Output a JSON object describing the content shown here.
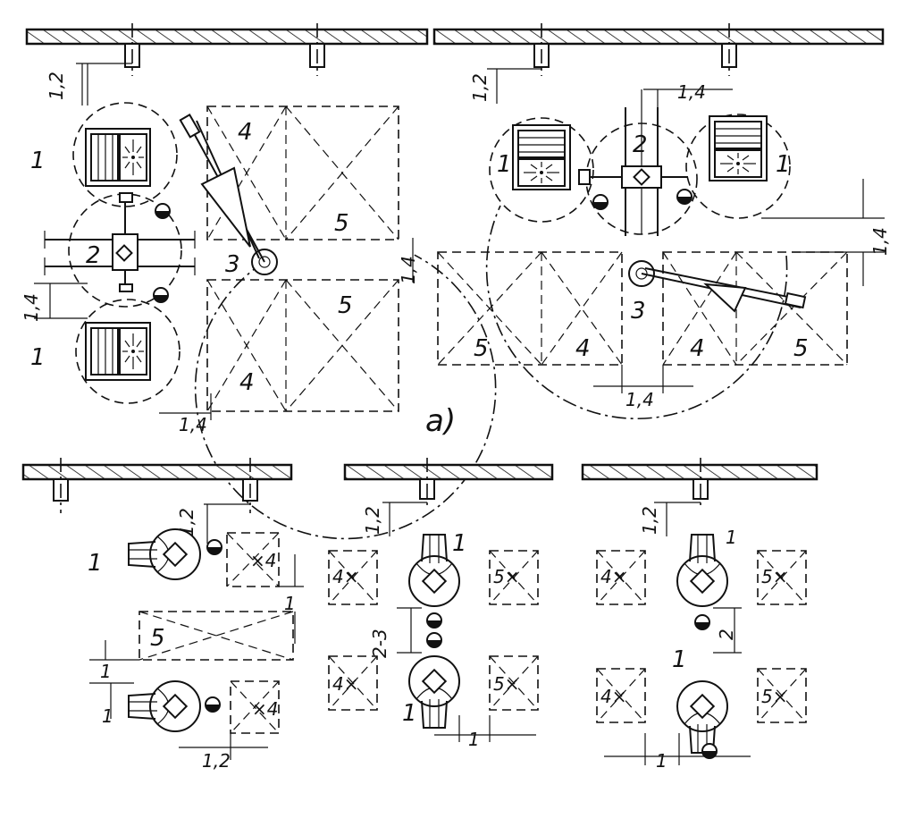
{
  "subfigure_label": "а)",
  "machine_labels": {
    "grinder": "1",
    "coupler": "2",
    "crane": "3",
    "stack_a": "4",
    "stack_b": "5"
  },
  "dimensions": {
    "d_1_2": "1,2",
    "d_1_4": "1,4",
    "d_2_3": "2-3",
    "d_2": "2",
    "d_1": "1"
  },
  "stack_small_labels": {
    "x4": "×4",
    "four_x": "4×",
    "five_x": "5×"
  }
}
